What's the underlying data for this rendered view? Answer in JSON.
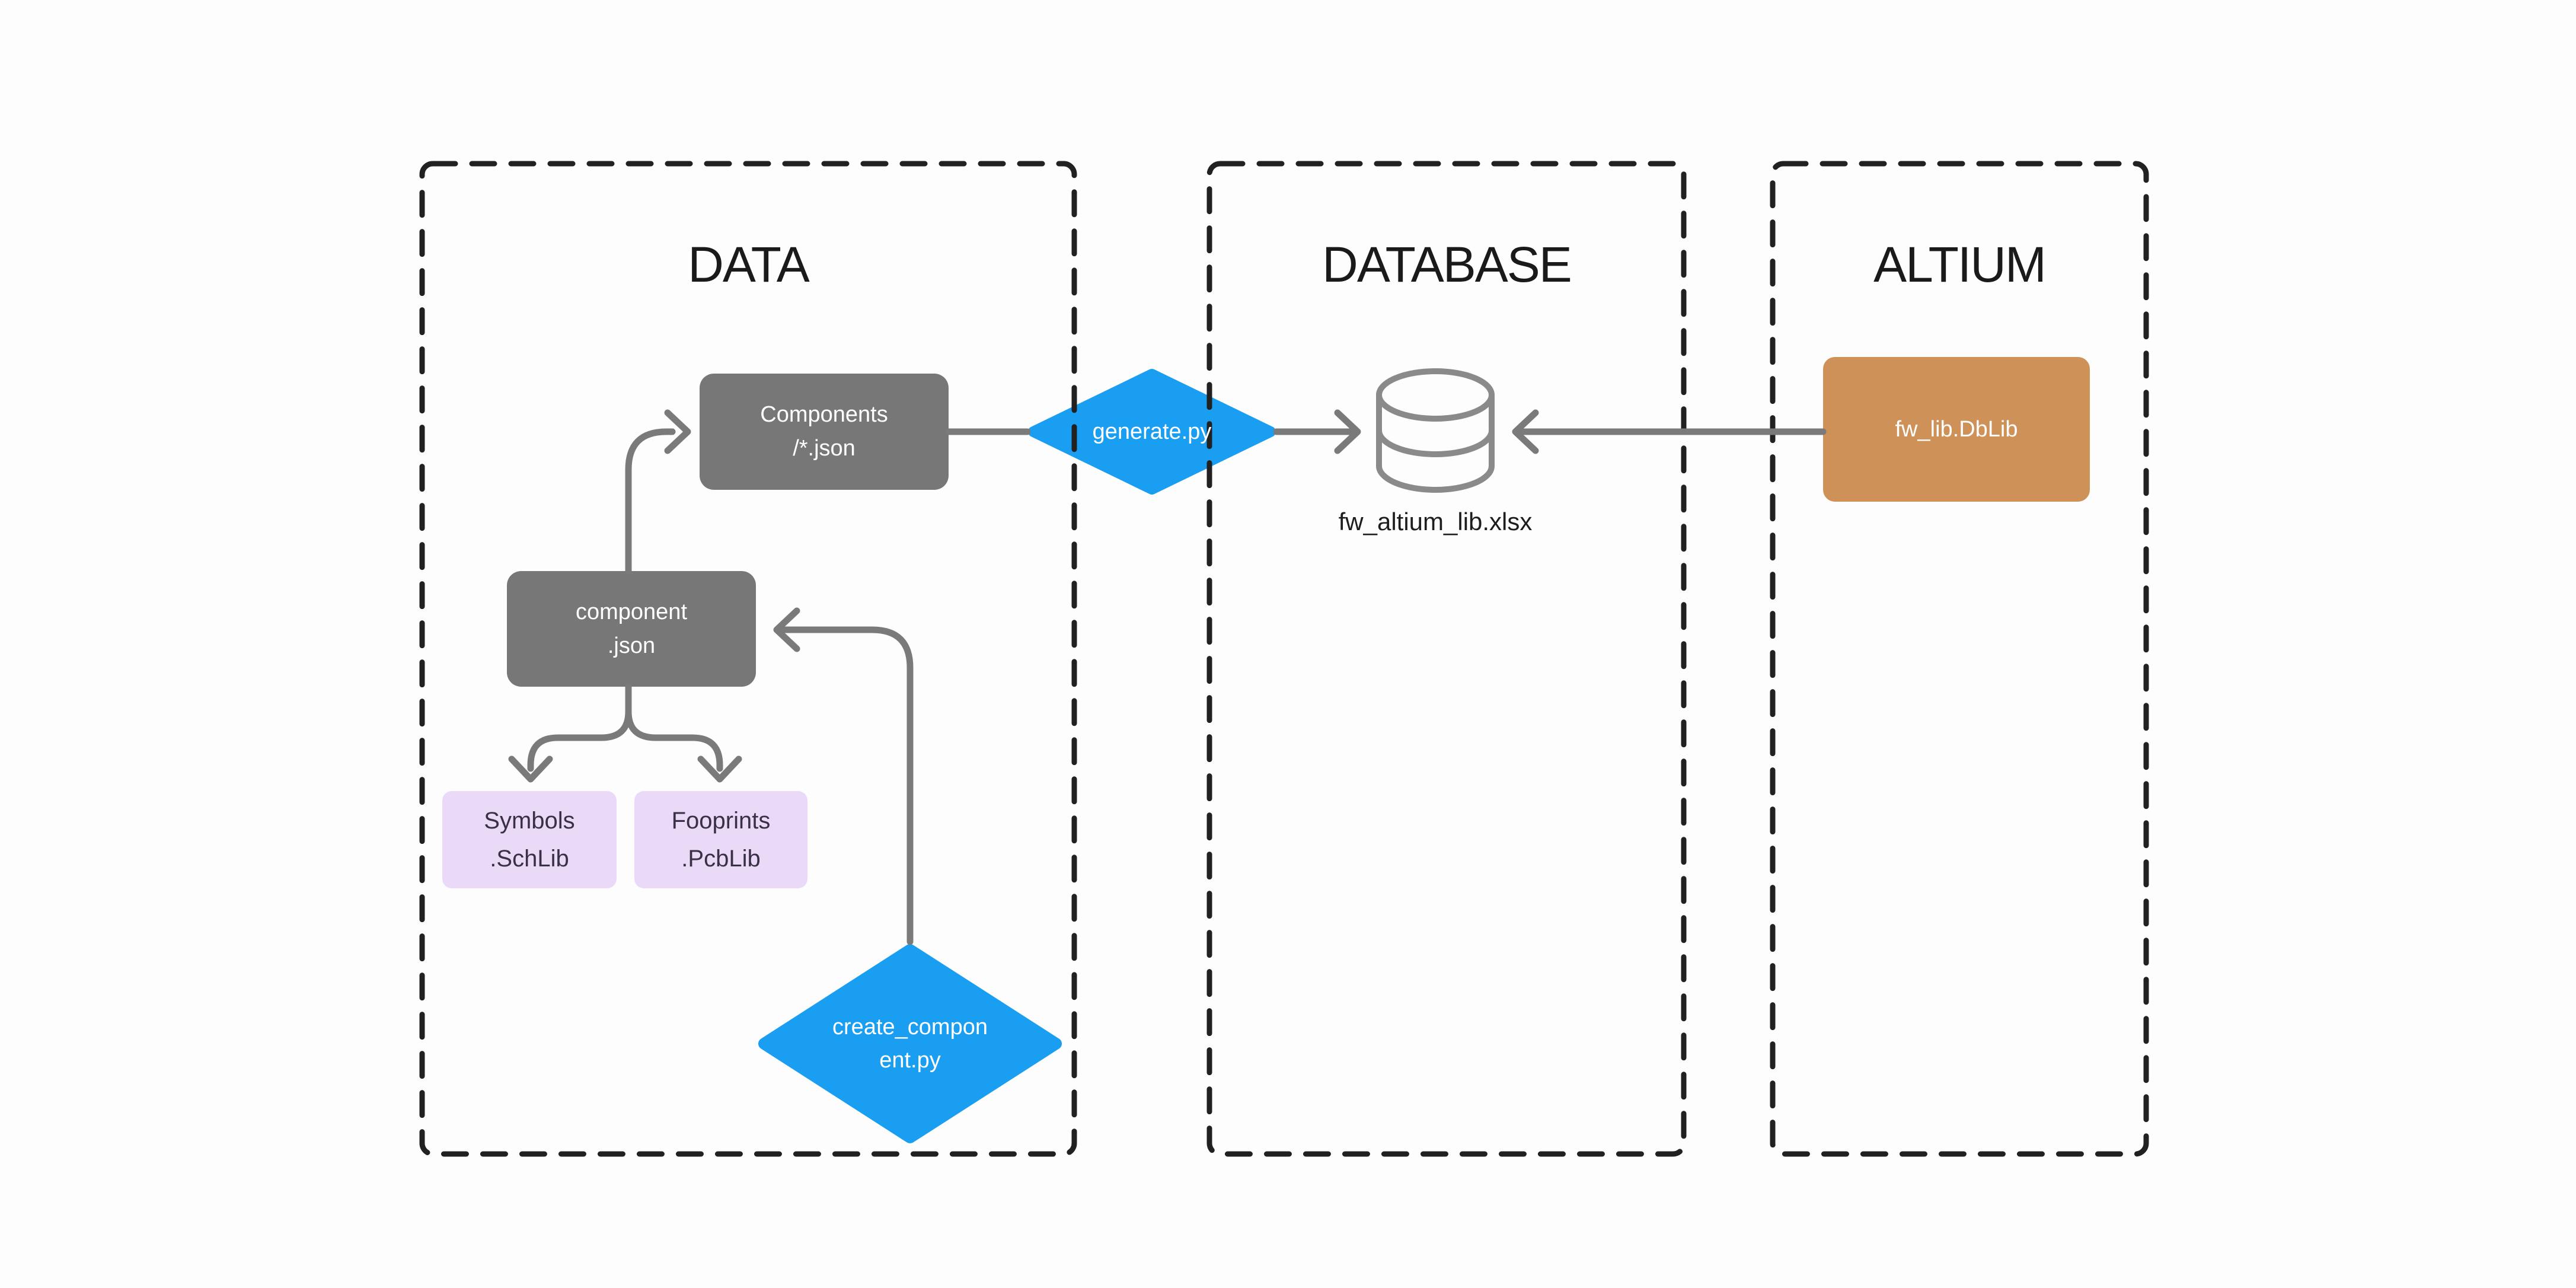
{
  "sections": [
    {
      "id": "data",
      "title": "DATA"
    },
    {
      "id": "database",
      "title": "DATABASE"
    },
    {
      "id": "altium",
      "title": "ALTIUM"
    }
  ],
  "nodes": {
    "components_json": {
      "lines": [
        "Components",
        "/*.json"
      ]
    },
    "component_json": {
      "lines": [
        "component",
        ".json"
      ]
    },
    "symbols_schlib": {
      "lines": [
        "Symbols",
        ".SchLib"
      ]
    },
    "fooprints_pcblib": {
      "lines": [
        "Fooprints",
        ".PcbLib"
      ]
    },
    "generate_py": {
      "lines": [
        "generate.py"
      ]
    },
    "create_component_py": {
      "lines": [
        "create_compon",
        "ent.py"
      ]
    },
    "fw_lib_dblib": {
      "lines": [
        "fw_lib.DbLib"
      ]
    },
    "database_file_label": "fw_altium_lib.xlsx"
  },
  "colors": {
    "background": "#fdfdfd",
    "section_border": "#212121",
    "title_text": "#1a1a1a",
    "file_box_gray": "#777777",
    "file_box_text": "#ffffff",
    "lib_box_lavender": "#ebd9f8",
    "lib_box_text": "#383044",
    "script_diamond_blue": "#1a9ef2",
    "altium_box_orange": "#ce9158",
    "connector_gray": "#7a7a7a",
    "db_icon_gray": "#8a8a8a",
    "db_label_text": "#1d1d1d"
  }
}
